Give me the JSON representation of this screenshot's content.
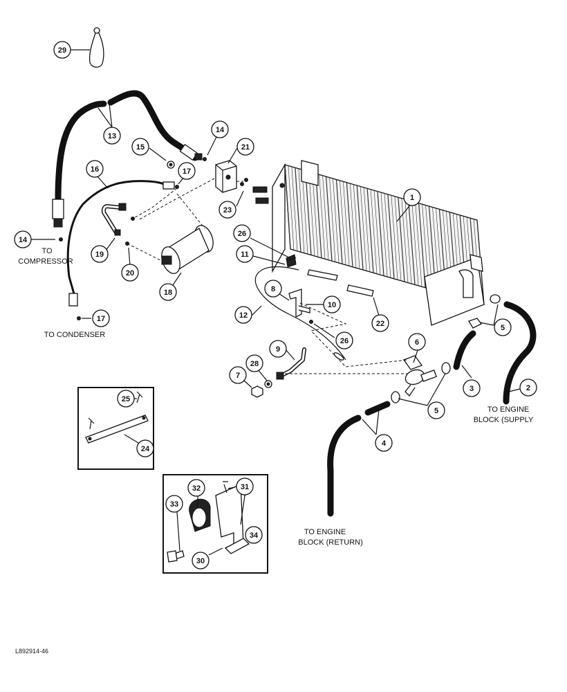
{
  "diagram": {
    "callouts": [
      {
        "label": "29"
      },
      {
        "label": "13"
      },
      {
        "label": "14"
      },
      {
        "label": "15"
      },
      {
        "label": "21"
      },
      {
        "label": "16"
      },
      {
        "label": "17"
      },
      {
        "label": "1"
      },
      {
        "label": "23"
      },
      {
        "label": "26"
      },
      {
        "label": "14"
      },
      {
        "label": "19"
      },
      {
        "label": "11"
      },
      {
        "label": "20"
      },
      {
        "label": "18"
      },
      {
        "label": "8"
      },
      {
        "label": "10"
      },
      {
        "label": "12"
      },
      {
        "label": "22"
      },
      {
        "label": "5"
      },
      {
        "label": "17"
      },
      {
        "label": "26"
      },
      {
        "label": "6"
      },
      {
        "label": "9"
      },
      {
        "label": "28"
      },
      {
        "label": "7"
      },
      {
        "label": "3"
      },
      {
        "label": "2"
      },
      {
        "label": "25"
      },
      {
        "label": "5"
      },
      {
        "label": "4"
      },
      {
        "label": "24"
      },
      {
        "label": "32"
      },
      {
        "label": "31"
      },
      {
        "label": "33"
      },
      {
        "label": "34"
      },
      {
        "label": "30"
      }
    ],
    "notes": {
      "to_compressor_1": "TO",
      "to_compressor_2": "COMPRESSOR",
      "to_condenser": "TO CONDENSER",
      "supply_1": "TO ENGINE",
      "supply_2": "BLOCK (SUPPLY",
      "return_1": "TO ENGINE",
      "return_2": "BLOCK (RETURN)"
    },
    "figure_code": "L892914-46"
  }
}
